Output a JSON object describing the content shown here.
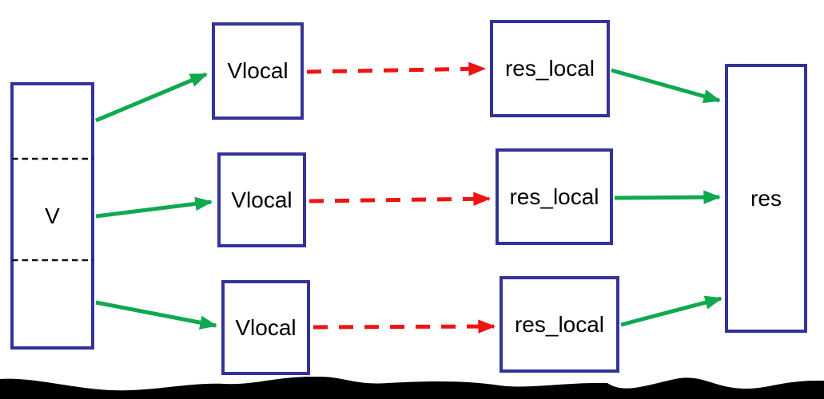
{
  "diagram": {
    "description": "Parallel scatter-compute-gather data flow diagram",
    "background": "#ffffff",
    "colors": {
      "box_border": "#333399",
      "green_arrow": "#0fa94f",
      "red_arrow": "#ee1414",
      "divider": "#111111",
      "text": "#000000",
      "bottom_mask": "#000000"
    },
    "nodes": {
      "v": {
        "label": "V",
        "partitions": 3
      },
      "vlocal_top": {
        "label": "Vlocal"
      },
      "vlocal_middle": {
        "label": "Vlocal"
      },
      "vlocal_bottom": {
        "label": "Vlocal"
      },
      "res_local_top": {
        "label": "res_local"
      },
      "res_local_middle": {
        "label": "res_local"
      },
      "res_local_bottom": {
        "label": "res_local"
      },
      "res": {
        "label": "res"
      }
    },
    "edges": [
      {
        "from": "V (top partition)",
        "to": "Vlocal (top)",
        "style": "solid",
        "color": "green",
        "arrow": true
      },
      {
        "from": "V (middle partition)",
        "to": "Vlocal (middle)",
        "style": "solid",
        "color": "green",
        "arrow": true
      },
      {
        "from": "V (bottom partition)",
        "to": "Vlocal (bottom)",
        "style": "solid",
        "color": "green",
        "arrow": true
      },
      {
        "from": "Vlocal (top)",
        "to": "res_local (top)",
        "style": "dashed",
        "color": "red",
        "arrow": true
      },
      {
        "from": "Vlocal (middle)",
        "to": "res_local (middle)",
        "style": "dashed",
        "color": "red",
        "arrow": true
      },
      {
        "from": "Vlocal (bottom)",
        "to": "res_local (bottom)",
        "style": "dashed",
        "color": "red",
        "arrow": true
      },
      {
        "from": "res_local (top)",
        "to": "res",
        "style": "solid",
        "color": "green",
        "arrow": true
      },
      {
        "from": "res_local (middle)",
        "to": "res",
        "style": "solid",
        "color": "green",
        "arrow": true
      },
      {
        "from": "res_local (bottom)",
        "to": "res",
        "style": "solid",
        "color": "green",
        "arrow": true
      }
    ]
  }
}
